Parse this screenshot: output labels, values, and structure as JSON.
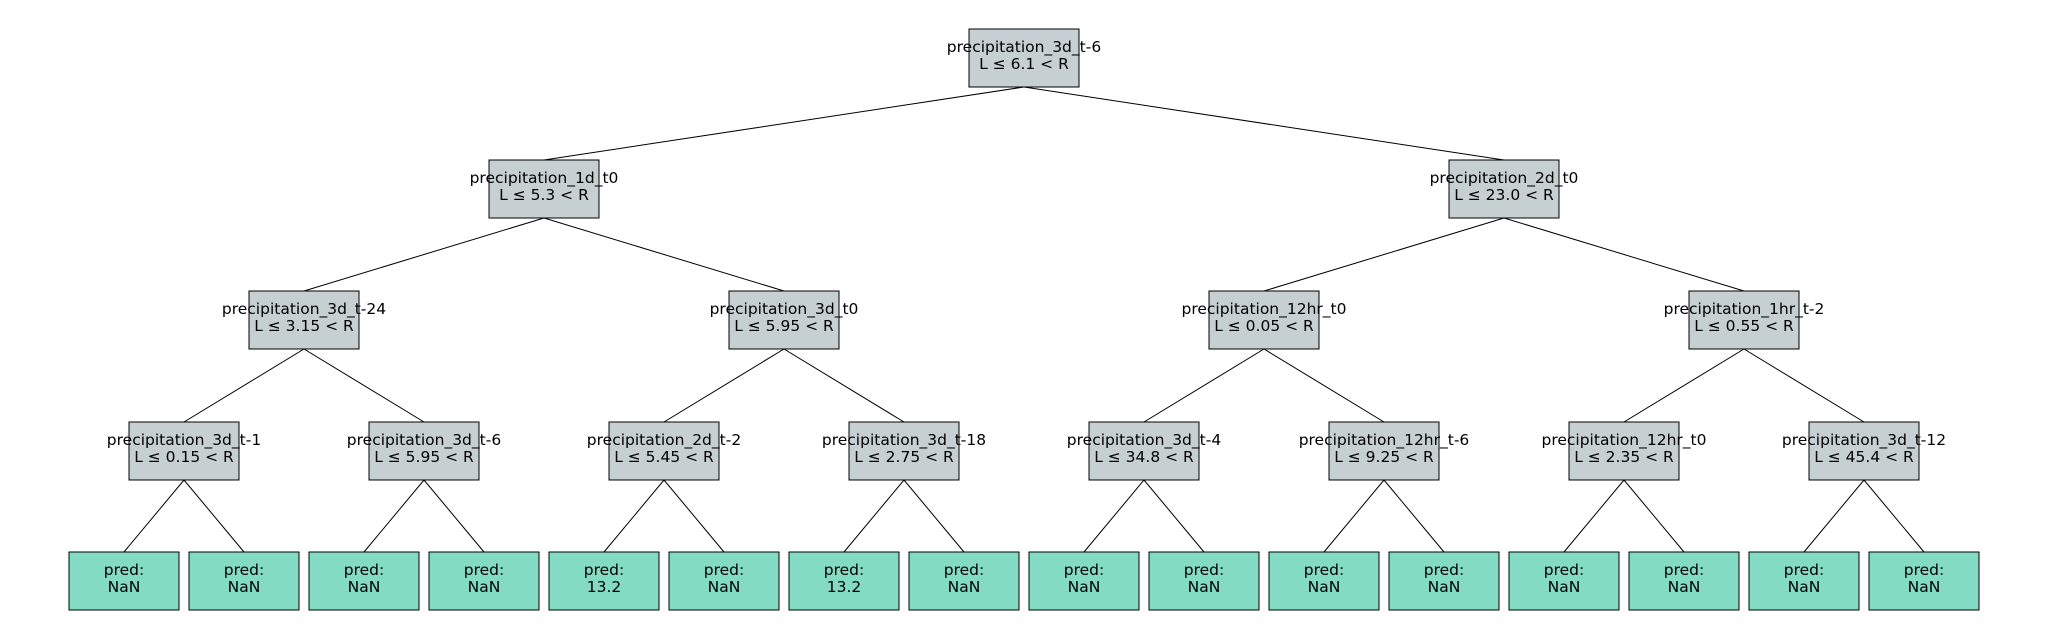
{
  "colors": {
    "split_fill": "#c6d0d2",
    "leaf_fill": "#84dbc4",
    "edge": "#000000",
    "text": "#000000"
  },
  "tree": {
    "feature": "precipitation_3d_t-6",
    "rule": "L ≤ 6.1 < R",
    "children": [
      {
        "feature": "precipitation_1d_t0",
        "rule": "L ≤ 5.3 < R",
        "children": [
          {
            "feature": "precipitation_3d_t-24",
            "rule": "L ≤ 3.15 < R",
            "children": [
              {
                "feature": "precipitation_3d_t-1",
                "rule": "L ≤ 0.15 < R",
                "children": [
                  {
                    "pred_label": "pred:",
                    "pred": "NaN"
                  },
                  {
                    "pred_label": "pred:",
                    "pred": "NaN"
                  }
                ]
              },
              {
                "feature": "precipitation_3d_t-6",
                "rule": "L ≤ 5.95 < R",
                "children": [
                  {
                    "pred_label": "pred:",
                    "pred": "NaN"
                  },
                  {
                    "pred_label": "pred:",
                    "pred": "NaN"
                  }
                ]
              }
            ]
          },
          {
            "feature": "precipitation_3d_t0",
            "rule": "L ≤ 5.95 < R",
            "children": [
              {
                "feature": "precipitation_2d_t-2",
                "rule": "L ≤ 5.45 < R",
                "children": [
                  {
                    "pred_label": "pred:",
                    "pred": "13.2"
                  },
                  {
                    "pred_label": "pred:",
                    "pred": "NaN"
                  }
                ]
              },
              {
                "feature": "precipitation_3d_t-18",
                "rule": "L ≤ 2.75 < R",
                "children": [
                  {
                    "pred_label": "pred:",
                    "pred": "13.2"
                  },
                  {
                    "pred_label": "pred:",
                    "pred": "NaN"
                  }
                ]
              }
            ]
          }
        ]
      },
      {
        "feature": "precipitation_2d_t0",
        "rule": "L ≤ 23.0 < R",
        "children": [
          {
            "feature": "precipitation_12hr_t0",
            "rule": "L ≤ 0.05 < R",
            "children": [
              {
                "feature": "precipitation_3d_t-4",
                "rule": "L ≤ 34.8 < R",
                "children": [
                  {
                    "pred_label": "pred:",
                    "pred": "NaN"
                  },
                  {
                    "pred_label": "pred:",
                    "pred": "NaN"
                  }
                ]
              },
              {
                "feature": "precipitation_12hr_t-6",
                "rule": "L ≤ 9.25 < R",
                "children": [
                  {
                    "pred_label": "pred:",
                    "pred": "NaN"
                  },
                  {
                    "pred_label": "pred:",
                    "pred": "NaN"
                  }
                ]
              }
            ]
          },
          {
            "feature": "precipitation_1hr_t-2",
            "rule": "L ≤ 0.55 < R",
            "children": [
              {
                "feature": "precipitation_12hr_t0",
                "rule": "L ≤ 2.35 < R",
                "children": [
                  {
                    "pred_label": "pred:",
                    "pred": "NaN"
                  },
                  {
                    "pred_label": "pred:",
                    "pred": "NaN"
                  }
                ]
              },
              {
                "feature": "precipitation_3d_t-12",
                "rule": "L ≤ 45.4 < R",
                "children": [
                  {
                    "pred_label": "pred:",
                    "pred": "NaN"
                  },
                  {
                    "pred_label": "pred:",
                    "pred": "NaN"
                  }
                ]
              }
            ]
          }
        ]
      }
    ]
  }
}
